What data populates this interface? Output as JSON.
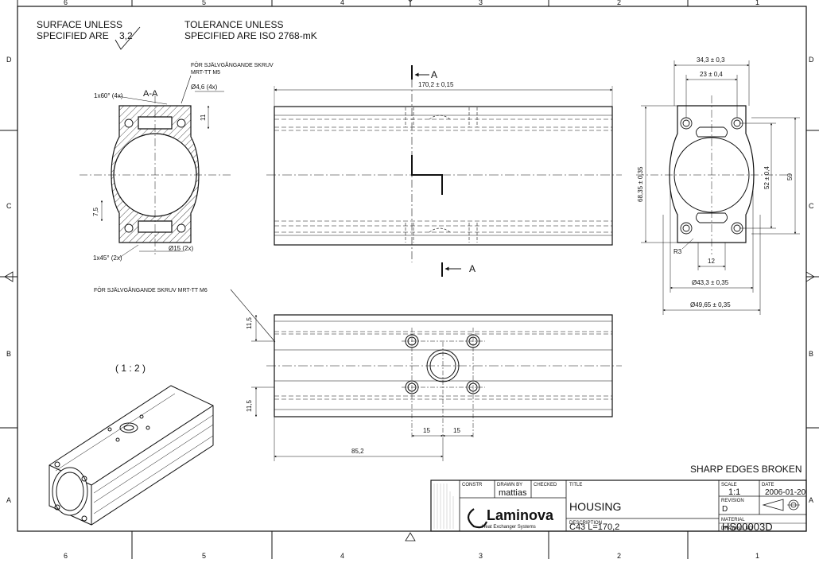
{
  "notes": {
    "surface_line1": "SURFACE UNLESS",
    "surface_line2": "SPECIFIED ARE",
    "surface_value": "3,2",
    "tolerance_line1": "TOLERANCE UNLESS",
    "tolerance_line2": "SPECIFIED ARE  ISO 2768-mK",
    "screw_m5_line1": "FÖR SJÄLVGÅNGANDE SKRUV",
    "screw_m5_line2": "MRT-TT M5",
    "screw_m6": "FÖR SJÄLVGÅNGANDE SKRUV MRT-TT M6",
    "scale_iso": "( 1 : 2 )",
    "sharp_edges": "SHARP EDGES BROKEN"
  },
  "border": {
    "cols_top": [
      "6",
      "5",
      "4",
      "3",
      "2",
      "1"
    ],
    "cols_bottom": [
      "6",
      "5",
      "4",
      "3",
      "2",
      "1"
    ],
    "rows_left": [
      "D",
      "C",
      "B",
      "A"
    ],
    "rows_right": [
      "D",
      "C",
      "B",
      "A"
    ]
  },
  "section_view": {
    "label": "A-A",
    "chamfer_top": "1x60° (4x)",
    "hole_dia": "Ø4,6 (4x)",
    "dim_11": "11",
    "dim_7_5": "7,5",
    "chamfer_bottom": "1x45° (2x)",
    "bore_dia": "Ø15 (2x)"
  },
  "front_view": {
    "section_mark_top": "A",
    "section_mark_bottom": "A",
    "length_dim": "170,2 ± 0,15"
  },
  "end_view": {
    "dim_34_3": "34,3 ± 0,3",
    "dim_23": "23 ± 0,4",
    "dim_68_35": "68,35 ± 0,35",
    "dim_52": "52 ± 0,4",
    "dim_59": "59",
    "dim_r3": "R3",
    "dim_12": "12",
    "dim_43_3": "Ø43,3 ± 0,35",
    "dim_49_65": "Ø49,65 ± 0,35"
  },
  "top_view": {
    "dim_11_5_top": "11,5",
    "dim_11_5_bottom": "11,5",
    "dim_15_left": "15",
    "dim_15_right": "15",
    "dim_85_2": "85,2"
  },
  "title_block": {
    "constr_label": "CONSTR",
    "drawn_by_label": "DRAWN BY",
    "drawn_by_value": "mattias",
    "checked_label": "CHECKED",
    "title_label": "TITLE",
    "title_value": "HOUSING",
    "description_label": "DESCRIPTION",
    "description_value": "C43  L=170,2",
    "scale_label": "SCALE",
    "scale_value": "1:1",
    "date_label": "DATE",
    "date_value": "2006-01-20",
    "revision_label": "REVISION",
    "revision_value": "D",
    "material_label": "MATERIAL",
    "drawing_no_label": "DRAWING NO",
    "drawing_no_value": "HS00003D",
    "company_name": "Laminova",
    "company_sub": "Heat Exchanger Systems"
  }
}
